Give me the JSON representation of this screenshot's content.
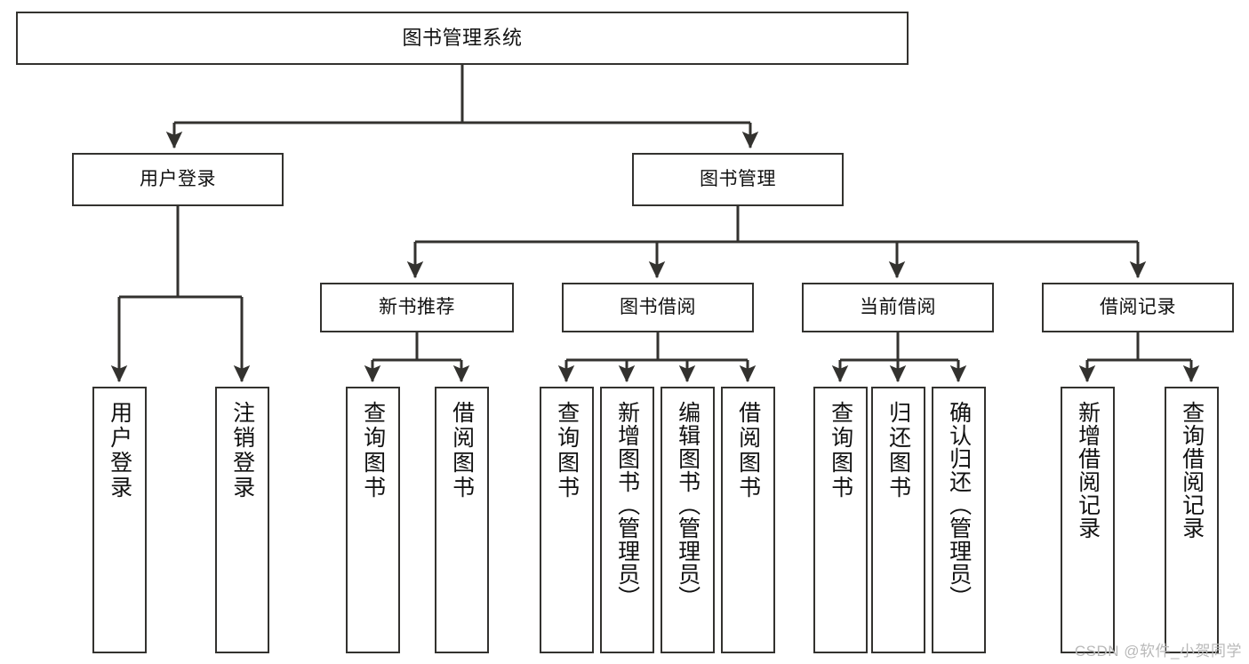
{
  "diagram": {
    "title": "图书管理系统",
    "type": "tree",
    "root": {
      "id": "root",
      "label": "图书管理系统",
      "orientation": "horizontal"
    },
    "level2": [
      {
        "id": "user-login",
        "label": "用户登录",
        "orientation": "horizontal"
      },
      {
        "id": "book-management",
        "label": "图书管理",
        "orientation": "horizontal"
      }
    ],
    "level3": [
      {
        "id": "new-book-recommend",
        "label": "新书推荐",
        "orientation": "horizontal",
        "parent": "book-management"
      },
      {
        "id": "book-borrow",
        "label": "图书借阅",
        "orientation": "horizontal",
        "parent": "book-management"
      },
      {
        "id": "current-borrow",
        "label": "当前借阅",
        "orientation": "horizontal",
        "parent": "book-management"
      },
      {
        "id": "borrow-record",
        "label": "借阅记录",
        "orientation": "horizontal",
        "parent": "book-management"
      }
    ],
    "leaves": [
      {
        "id": "leaf-user-login",
        "label": "用户登录",
        "parent": "user-login"
      },
      {
        "id": "leaf-logout-login",
        "label": "注销登录",
        "parent": "user-login"
      },
      {
        "id": "leaf-query-book-1",
        "label": "查询图书",
        "parent": "new-book-recommend"
      },
      {
        "id": "leaf-borrow-book-1",
        "label": "借阅图书",
        "parent": "new-book-recommend"
      },
      {
        "id": "leaf-query-book-2",
        "label": "查询图书",
        "parent": "book-borrow"
      },
      {
        "id": "leaf-add-book",
        "label": "新增图书（管理员）",
        "parent": "book-borrow"
      },
      {
        "id": "leaf-edit-book",
        "label": "编辑图书（管理员）",
        "parent": "book-borrow"
      },
      {
        "id": "leaf-borrow-book-2",
        "label": "借阅图书",
        "parent": "book-borrow"
      },
      {
        "id": "leaf-query-book-3",
        "label": "查询图书",
        "parent": "current-borrow"
      },
      {
        "id": "leaf-return-book",
        "label": "归还图书",
        "parent": "current-borrow"
      },
      {
        "id": "leaf-confirm-return",
        "label": "确认归还（管理员）",
        "parent": "current-borrow"
      },
      {
        "id": "leaf-add-record",
        "label": "新增借阅记录",
        "parent": "borrow-record"
      },
      {
        "id": "leaf-query-record",
        "label": "查询借阅记录",
        "parent": "borrow-record"
      }
    ]
  },
  "watermark": {
    "text": "CSDN @软件_小贺同学"
  },
  "colors": {
    "stroke": "#33322f",
    "background": "#ffffff",
    "text": "#111111",
    "watermark": "#b9b9b9"
  }
}
